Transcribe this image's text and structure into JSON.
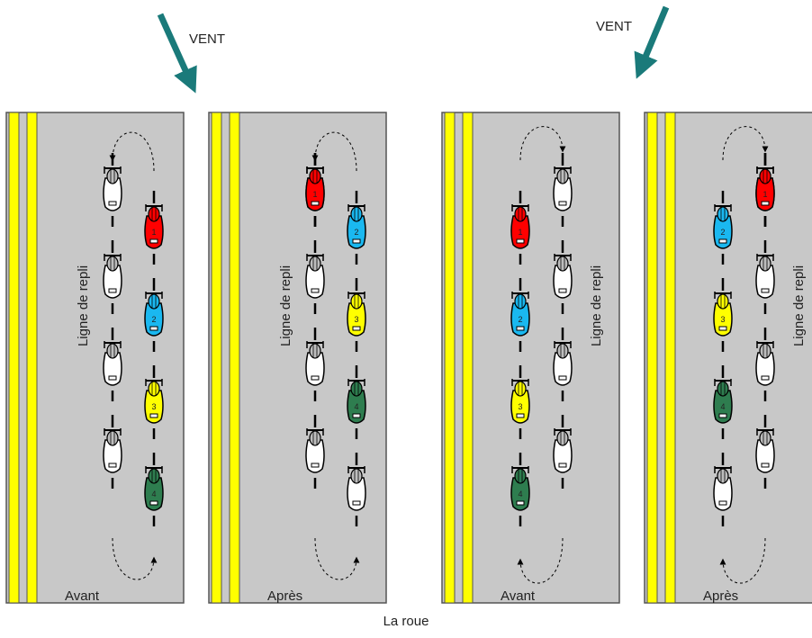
{
  "caption": "La roue",
  "wind_label": "VENT",
  "retreat_line_label": "Ligne de repli",
  "colors": {
    "road": "#c8c8c8",
    "road_border": "#555555",
    "stripe": "#ffff00",
    "wind_arrow": "#1a7a7a",
    "rider_1": "#ff0000",
    "rider_2": "#1ab8f0",
    "rider_3": "#ffff00",
    "rider_4": "#2e7d4f",
    "rider_plain": "#ffffff"
  },
  "panels": [
    {
      "label": "Avant",
      "wind": "from-left",
      "colored_column": "right",
      "order": [
        1,
        2,
        3,
        4
      ]
    },
    {
      "label": "Après",
      "wind": "from-left",
      "colored_column": "right",
      "order": [
        2,
        3,
        4
      ]
    },
    {
      "label": "Avant",
      "wind": "from-right",
      "colored_column": "left",
      "order": [
        1,
        2,
        3,
        4
      ]
    },
    {
      "label": "Après",
      "wind": "from-right",
      "colored_column": "left",
      "order": [
        2,
        3,
        4
      ]
    }
  ],
  "promoted_rider": 1
}
